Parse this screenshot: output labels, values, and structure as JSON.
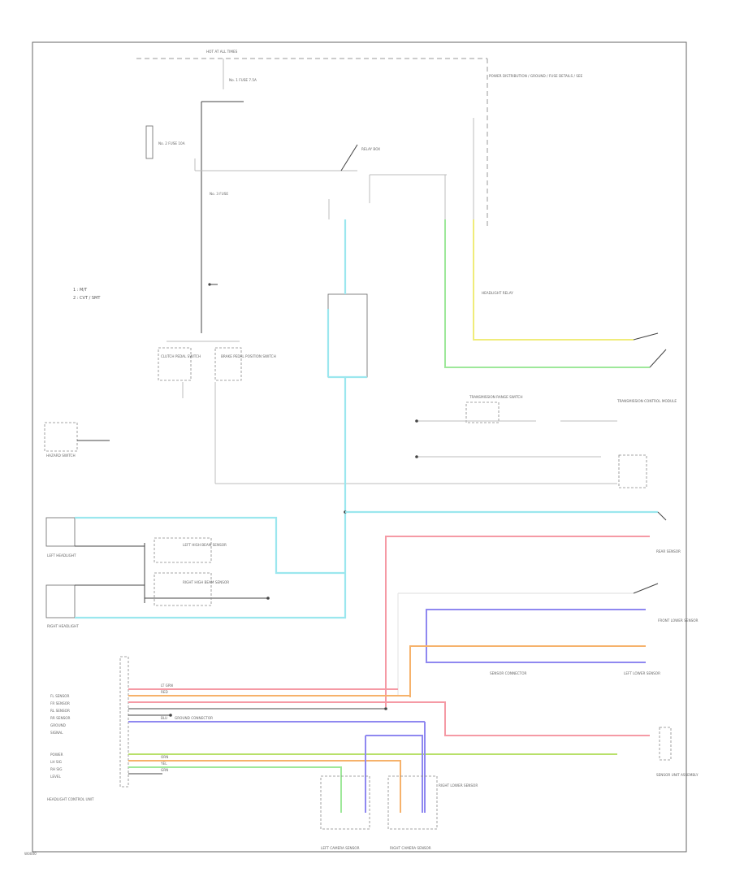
{
  "diagram": {
    "footer_code": "W0000",
    "legend": [
      "1 : M/T",
      "2 : CVT / SMT"
    ],
    "components": {
      "hot_fuse": "HOT AT ALL TIMES",
      "fuse_top": "No. 1 FUSE 7.5A",
      "fuse_right": "No. 2 FUSE 10A",
      "fuse_mid": "No. 3 FUSE",
      "ignition_note": "POWER DISTRIBUTION / GROUND / FUSE DETAILS / SEE",
      "clutch_switch": "CLUTCH PEDAL SWITCH",
      "brake_switch": "BRAKE PEDAL POSITION SWITCH",
      "transmission_range": "TRANSMISSION RANGE SWITCH",
      "hud_left": "HEADLIGHT RELAY",
      "hazard": "HAZARD SWITCH",
      "left_headlight": "LEFT HEADLIGHT",
      "right_headlight": "RIGHT HEADLIGHT",
      "left_high_sensor": "LEFT HIGH BEAM SENSOR",
      "right_high_sensor": "RIGHT HIGH BEAM SENSOR",
      "rear_sensor": "REAR SENSOR",
      "front_lower_sensor": "FRONT LOWER SENSOR",
      "right_lower_sensor": "RIGHT LOWER SENSOR",
      "left_lower_sensor": "LEFT LOWER SENSOR",
      "ground_connector": "GROUND CONNECTOR",
      "control_unit": "HEADLIGHT CONTROL UNIT",
      "sensor_unit": "SENSOR UNIT ASSEMBLY",
      "left_cam": "LEFT CAMERA SENSOR",
      "right_cam": "RIGHT CAMERA SENSOR",
      "sensor_conn": "SENSOR CONNECTOR",
      "relay_box": "RELAY BOX",
      "transmission": "TRANSMISSION CONTROL MODULE"
    },
    "unit_pins": [
      "FL SENSOR",
      "FR SENSOR",
      "RL SENSOR",
      "RR SENSOR",
      "GROUND",
      "SIGNAL",
      "POWER",
      "LH SIG",
      "RH SIG",
      "LEVEL"
    ],
    "wire_colors": [
      "LT GRN",
      "RED",
      "BLU",
      "ORN",
      "YEL",
      "GRN"
    ]
  }
}
